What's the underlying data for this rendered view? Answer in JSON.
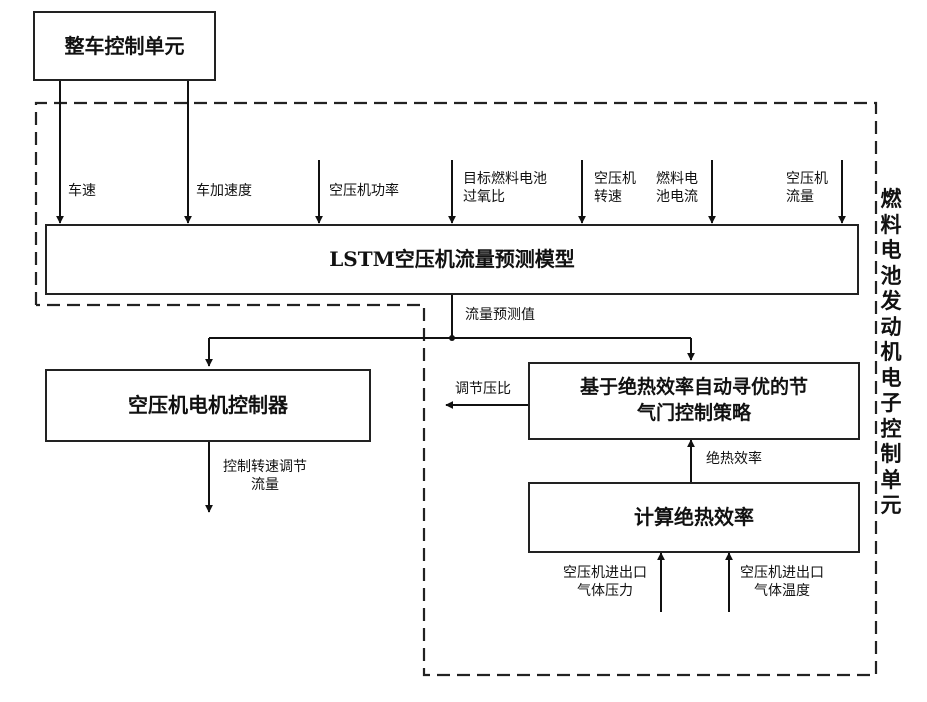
{
  "boxes": {
    "vcu": "整车控制单元",
    "lstm": "LSTM空压机流量预测模型",
    "motor_ctrl": "空压机电机控制器",
    "strategy": "基于绝热效率自动寻优的节气门控制策略",
    "calc": "计算绝热效率"
  },
  "inputs": {
    "speed": "车速",
    "accel": "车加速度",
    "power": "空压机功率",
    "o2_ratio": "目标燃料电池过氧比",
    "comp_speed": "空压机转速",
    "fc_current": "燃料电池电流",
    "comp_flow": "空压机流量"
  },
  "signals": {
    "flow_pred": "流量预测值",
    "pressure_ratio": "调节压比",
    "speed_flow": "控制转速调节流量",
    "efficiency": "绝热效率",
    "pressure_in": "空压机进出口气体压力",
    "temp_in": "空压机进出口气体温度"
  },
  "region_title": "燃料电池发动机电子控制单元"
}
